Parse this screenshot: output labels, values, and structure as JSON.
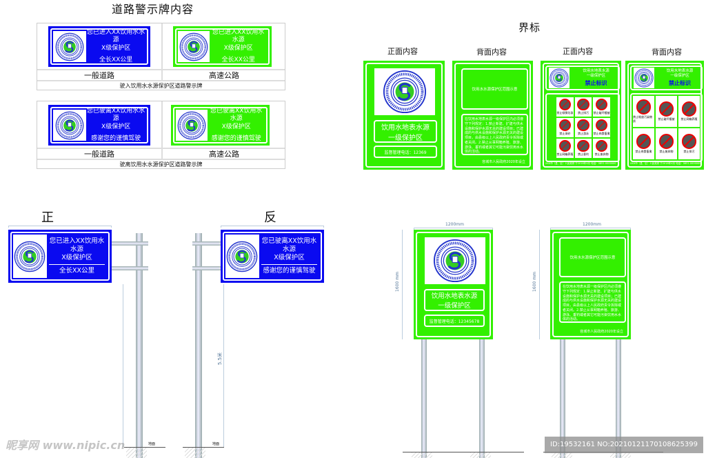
{
  "road_section": {
    "title": "道路警示牌内容",
    "entry": {
      "sign_line1": "您已进入XX饮用水水源",
      "sign_line2": "X级保护区",
      "sign_line3": "全长XX公里",
      "label_general": "一般道路",
      "label_highway": "高速公路",
      "caption": "驶入饮用水水源保护区道路警示牌"
    },
    "exit": {
      "sign_line1": "您已驶离XX饮用水水源",
      "sign_line2": "X级保护区",
      "sign_line3": "感谢您的谨慎驾驶",
      "label_general": "一般道路",
      "label_highway": "高速公路",
      "caption": "驶离饮用水水源保护区道路警示牌"
    }
  },
  "boundary": {
    "title": "界标",
    "front_label": "正面内容",
    "back_label": "背面内容",
    "front": {
      "name_line1": "饮用水地表水源",
      "name_line2": "一级保护区",
      "phone": "监督管理电话：12369"
    },
    "back": {
      "map_text": "饮用水水源保护区范围示意",
      "rules": "在饮用水地表水源一级保护区内必须遵守下列规定：1.禁止新建、扩建与供水设施和保护水源无关的建设项目；已建成的与供水设施和保护水源无关的建设项目，由县级以上人民政府责令拆除或者关闭。2.禁止从事网箱养殖、旅游、游泳、垂钓或者其它可能污染饮用水水体的活动。",
      "signature": "容城市人民政府2020年设立"
    },
    "prohibit": {
      "line1": "饮用水地表水源",
      "line2": "一级保护区",
      "heading": "禁止标识",
      "footer": "XXX市（县、区）人民政府 于2018年X月 电话：0851-0000000",
      "front_icons": [
        "禁止倾倒垃圾",
        "禁止排污",
        "禁止破坏植被",
        "禁止采砂",
        "禁止游泳",
        "禁止肉食畜禽",
        "禁止网箱养殖",
        "禁止垂钓",
        "禁止废弃物"
      ],
      "back_icons": [
        "禁止堆放污染物质",
        "禁止破坏植被",
        "禁止网箱养殖",
        "禁止肉食畜禽",
        "禁止废弃物",
        "禁止排污"
      ]
    }
  },
  "install": {
    "front_label": "正",
    "back_label": "反",
    "height_label": "5.5米",
    "ground_label": "地面",
    "width_label": "1200mm",
    "sign_height_label": "1600 mm",
    "front_phone": "监督管理电话：12345678"
  },
  "watermark": {
    "logo": "昵享网 www.nipic.cn",
    "id": "ID:19532161 NO:20210121170108625399"
  },
  "colors": {
    "blue": "#0a0af0",
    "green": "#33f000",
    "white": "#ffffff",
    "red": "#e00000"
  }
}
